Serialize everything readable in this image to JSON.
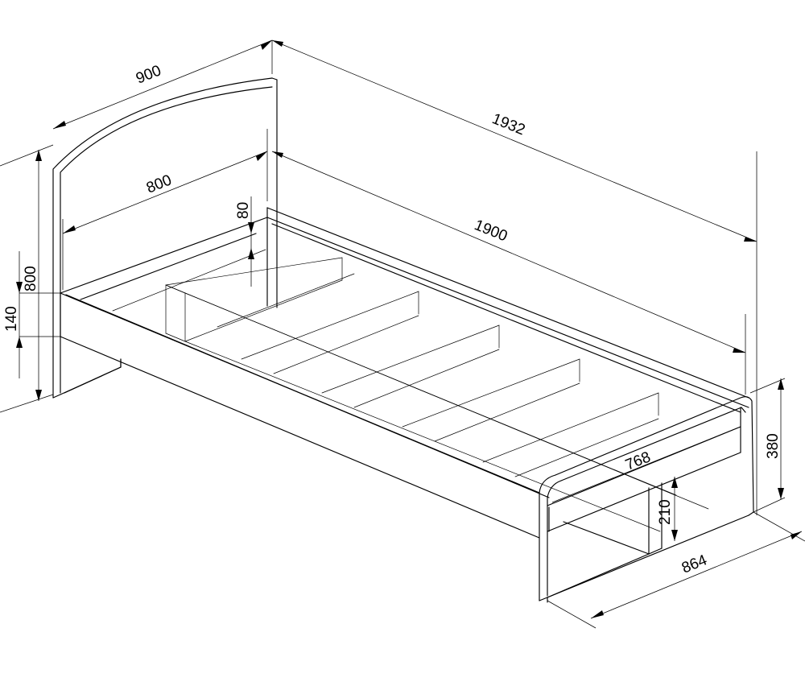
{
  "dimensions": {
    "headboard_width": "900",
    "overall_length": "1932",
    "inner_width": "800",
    "inner_length": "1900",
    "rail_offset": "80",
    "headboard_height": "800",
    "side_rail_height": "140",
    "footboard_height": "380",
    "foot_rail_width": "768",
    "foot_rail_height": "210",
    "footboard_width": "864"
  }
}
